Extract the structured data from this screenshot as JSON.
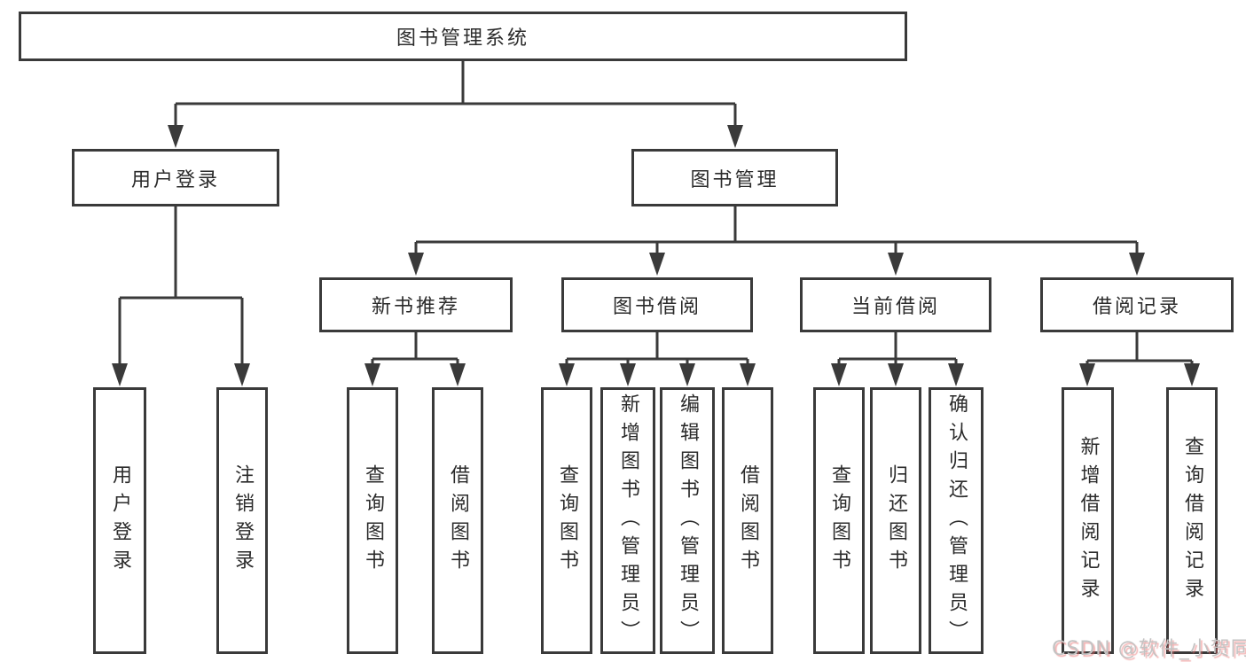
{
  "diagram": {
    "root": "图书管理系统",
    "level2": [
      "用户登录",
      "图书管理"
    ],
    "level3": [
      "新书推荐",
      "图书借阅",
      "当前借阅",
      "借阅记录"
    ],
    "leaves": {
      "user_login": [
        "用户登录",
        "注销登录"
      ],
      "new_books": [
        "查询图书",
        "借阅图书"
      ],
      "book_borrow": [
        "查询图书",
        "新增图书（管理员）",
        "编辑图书（管理员）",
        "借阅图书"
      ],
      "current_borrow": [
        "查询图书",
        "归还图书",
        "确认归还（管理员）"
      ],
      "borrow_records": [
        "新增借阅记录",
        "查询借阅记录"
      ]
    }
  },
  "watermark": "CSDN @软件_小贺同学",
  "colors": {
    "line": "#3a3a3a",
    "box_border": "#3a3a3a",
    "text": "#2b2b2b",
    "background": "#ffffff",
    "watermark_text": "#c3c3c3",
    "watermark_shadow": "#e96c6c"
  }
}
